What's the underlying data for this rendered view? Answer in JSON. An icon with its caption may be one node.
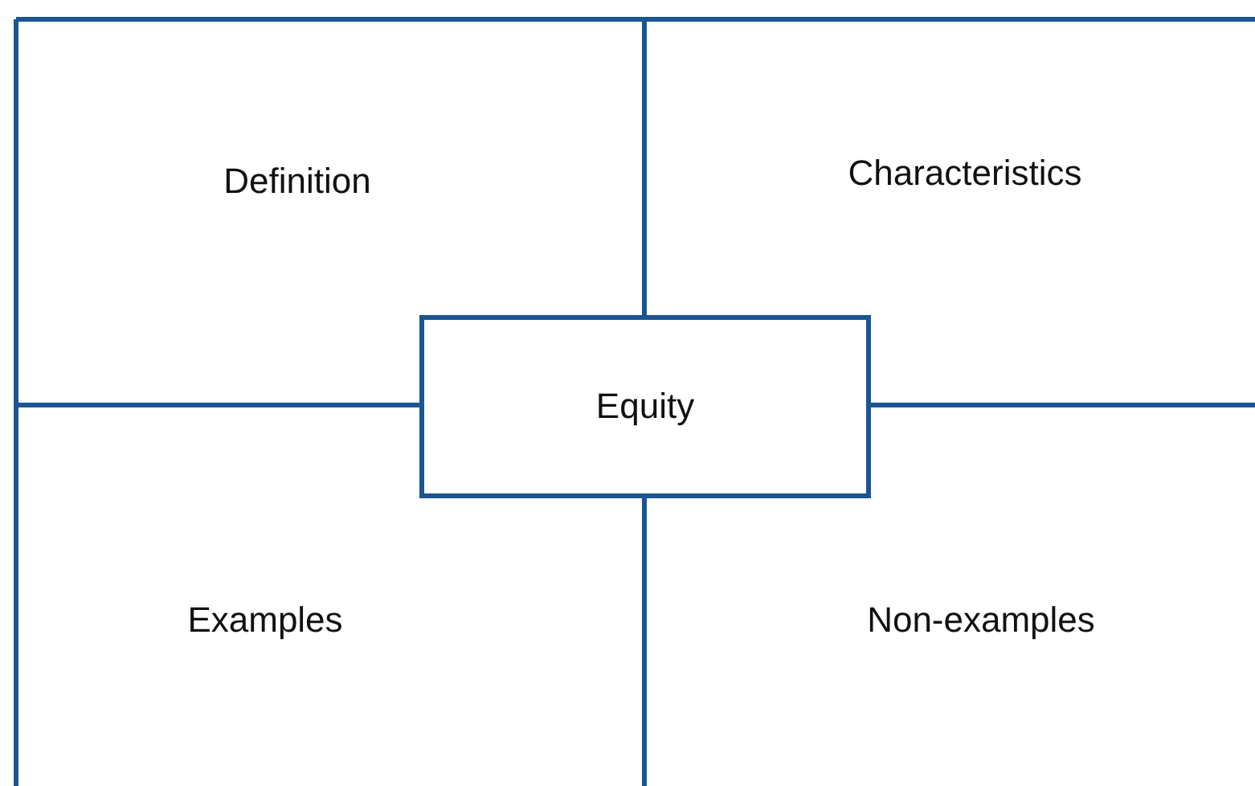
{
  "diagram": {
    "nodes": [
      {
        "text": [
          "Definition"
        ]
      },
      {
        "text": [
          "Characteristics"
        ]
      },
      {
        "text": [
          "Examples"
        ]
      },
      {
        "text": [
          "Non-examples"
        ]
      },
      {
        "text": [
          "Equity"
        ]
      }
    ]
  }
}
